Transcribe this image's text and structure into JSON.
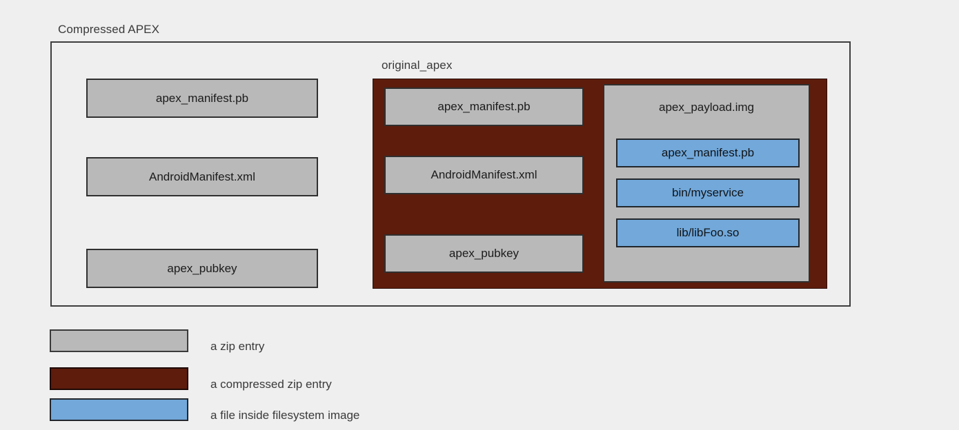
{
  "diagram": {
    "outer_container": {
      "title": "Compressed APEX",
      "entries": [
        {
          "name": "apex_manifest.pb",
          "kind": "zip-entry"
        },
        {
          "name": "AndroidManifest.xml",
          "kind": "zip-entry"
        },
        {
          "name": "apex_pubkey",
          "kind": "zip-entry"
        }
      ]
    },
    "compressed_container": {
      "title": "original_apex",
      "kind": "compressed-zip-entry",
      "entries": [
        {
          "name": "apex_manifest.pb",
          "kind": "zip-entry"
        },
        {
          "name": "AndroidManifest.xml",
          "kind": "zip-entry"
        },
        {
          "name": "apex_pubkey",
          "kind": "zip-entry"
        }
      ],
      "payload": {
        "title": "apex_payload.img",
        "kind": "zip-entry",
        "files": [
          {
            "name": "apex_manifest.pb",
            "kind": "file-inside-filesystem-image"
          },
          {
            "name": "bin/myservice",
            "kind": "file-inside-filesystem-image"
          },
          {
            "name": "lib/libFoo.so",
            "kind": "file-inside-filesystem-image"
          }
        ]
      }
    }
  },
  "legend": {
    "items": [
      {
        "label": "a zip entry",
        "color": "#b9b9b9"
      },
      {
        "label": "a compressed zip entry",
        "color": "#5d1c0c"
      },
      {
        "label": "a file inside filesystem image",
        "color": "#72a8da"
      }
    ]
  },
  "colors": {
    "background": "#efefef",
    "zip_entry": "#b9b9b9",
    "compressed_zip_entry": "#5d1c0c",
    "filesystem_file": "#72a8da",
    "stroke": "#2f2f2f",
    "text": "#1b1b1b"
  }
}
